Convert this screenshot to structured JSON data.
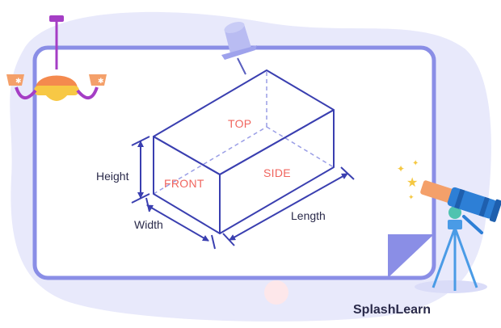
{
  "labels": {
    "top": "TOP",
    "side": "SIDE",
    "front": "FRONT",
    "height": "Height",
    "width": "Width",
    "length": "Length"
  },
  "brand": {
    "name": "SplashLearn"
  },
  "colors": {
    "background_blob": "#e8e9fb",
    "board_border": "#8a8ee6",
    "board_fill": "#ffffff",
    "box_edges": "#3a3fb0",
    "hidden_edges": "#9a9ee6",
    "face_labels": "#f0655e",
    "text": "#2a2a4a"
  },
  "icons": [
    "chandelier-icon",
    "pushpin-icon",
    "telescope-icon",
    "stars-icon"
  ]
}
